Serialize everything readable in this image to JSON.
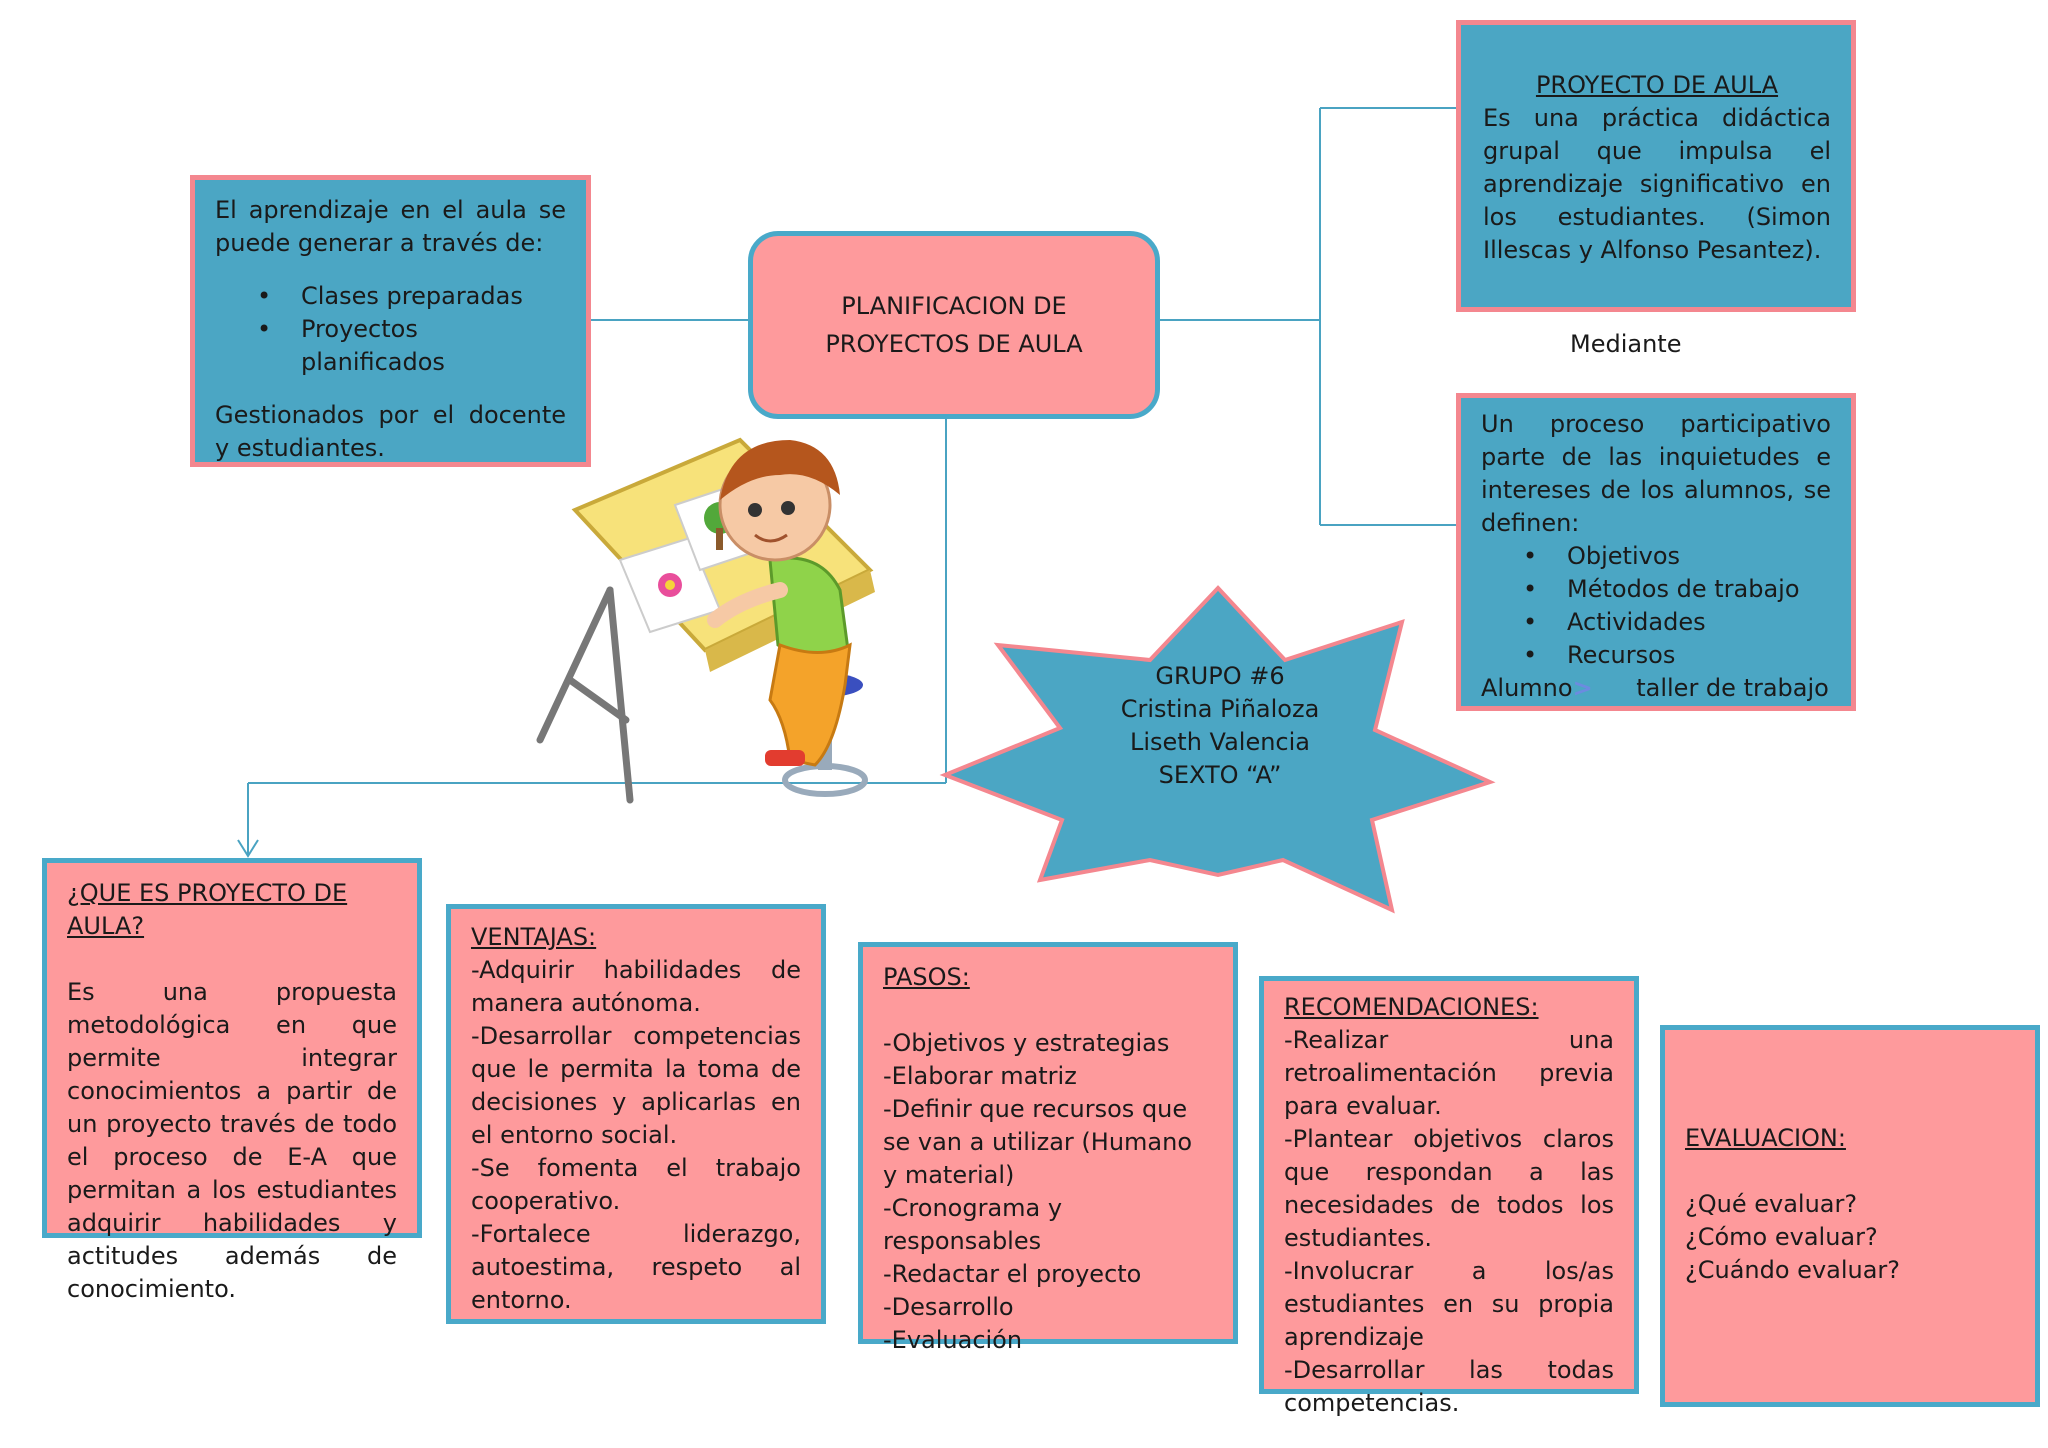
{
  "central": {
    "title": "PLANIFICACION DE PROYECTOS DE AULA"
  },
  "left_box": {
    "intro": "El aprendizaje en el aula se puede generar a través de:",
    "bullets": [
      "Clases preparadas",
      "Proyectos planificados"
    ],
    "closing": "Gestionados por el docente y estudiantes."
  },
  "top_right_box": {
    "heading": "PROYECTO DE AULA",
    "body": "Es una práctica didáctica grupal que impulsa el aprendizaje significativo en los estudiantes. (Simon Illescas y Alfonso Pesantez)."
  },
  "connector_label": "Mediante",
  "right_box": {
    "intro": "Un proceso participativo parte de las inquietudes e intereses de los alumnos, se definen:",
    "bullets": [
      "Objetivos",
      "Métodos de trabajo",
      "Actividades",
      "Recursos"
    ],
    "footer_left": "Alumno",
    "footer_right": "taller de trabajo cooperativo y de aprendizaje."
  },
  "star": {
    "lines": [
      "GRUPO #6",
      "Cristina Piñaloza",
      "Liseth Valencia",
      "SEXTO “A”"
    ]
  },
  "que_es": {
    "heading": "¿QUE ES PROYECTO DE AULA?",
    "body": "Es una propuesta metodológica en que permite integrar conocimientos a partir de un proyecto través de todo el proceso de E-A que permitan a los estudiantes adquirir habilidades y actitudes además de conocimiento."
  },
  "ventajas": {
    "heading": "VENTAJAS:",
    "items": [
      "-Adquirir habilidades de manera autónoma.",
      "-Desarrollar competencias que le permita la toma de decisiones y aplicarlas en el entorno social.",
      "-Se fomenta el trabajo cooperativo.",
      "-Fortalece liderazgo, autoestima, respeto al entorno."
    ]
  },
  "pasos": {
    "heading": "PASOS:",
    "items": [
      "-Objetivos y estrategias",
      "-Elaborar matriz",
      "-Definir que recursos que se van a utilizar (Humano y material)",
      "-Cronograma y responsables",
      "-Redactar el proyecto",
      "-Desarrollo",
      "-Evaluación"
    ]
  },
  "recomendaciones": {
    "heading": "RECOMENDACIONES:",
    "items": [
      "-Realizar una retroalimentación previa para evaluar.",
      "-Plantear objetivos claros que respondan a las necesidades de todos los estudiantes.",
      "-Involucrar a los/as estudiantes en su propia aprendizaje",
      "-Desarrollar las todas competencias."
    ]
  },
  "evaluacion": {
    "heading": "EVALUACION:",
    "questions": [
      "¿Qué evaluar?",
      "¿Cómo evaluar?",
      "¿Cuándo evaluar?"
    ]
  },
  "colors": {
    "box_blue": "#4ba6c4",
    "box_pink": "#fe9a9c",
    "border_pink": "#f4878f",
    "border_blue": "#49a9c9",
    "connector": "#4aa3c2"
  },
  "illustration": {
    "description_icon": "child-drawing-icon"
  }
}
